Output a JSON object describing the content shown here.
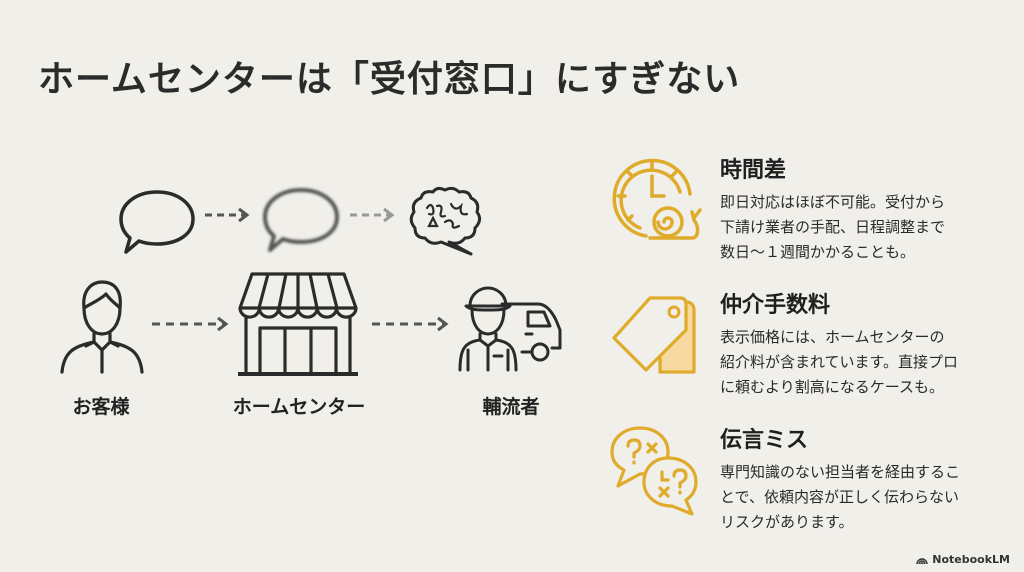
{
  "title": "ホームセンターは「受付窓口」にすぎない",
  "flow": {
    "nodes": [
      {
        "label": "お客様",
        "icon": "customer-person-icon"
      },
      {
        "label": "ホームセンター",
        "icon": "storefront-icon"
      },
      {
        "label": "輔流者",
        "icon": "delivery-worker-truck-icon"
      }
    ],
    "message_bubbles": [
      {
        "state": "clear",
        "icon": "speech-bubble-icon"
      },
      {
        "state": "blurred",
        "icon": "blurred-speech-bubble-icon"
      },
      {
        "state": "garbled",
        "icon": "garbled-speech-bubble-icon"
      }
    ]
  },
  "points": [
    {
      "title": "時間差",
      "icon": "clock-snail-icon",
      "body_lines": [
        "即日対応はほぼ不可能。受付から",
        "下請け業者の手配、日程調整まで",
        "数日～１週間かかることも。"
      ]
    },
    {
      "title": "仲介手数料",
      "icon": "price-tag-icon",
      "body_lines": [
        "表示価格には、ホームセンターの",
        "紹介料が含まれています。直接プロ",
        "に頼むより割高になるケースも。"
      ]
    },
    {
      "title": "伝言ミス",
      "icon": "confused-chat-bubbles-icon",
      "body_lines": [
        "専門知識のない担当者を経由するこ",
        "とで、依頼内容が正しく伝わらない",
        "リスクがあります。"
      ]
    }
  ],
  "brand": {
    "label": "NotebookLM",
    "icon": "notebooklm-logo-icon"
  },
  "colors": {
    "background": "#f1efea",
    "accent": "#e0aa2b",
    "ink": "#333333"
  }
}
